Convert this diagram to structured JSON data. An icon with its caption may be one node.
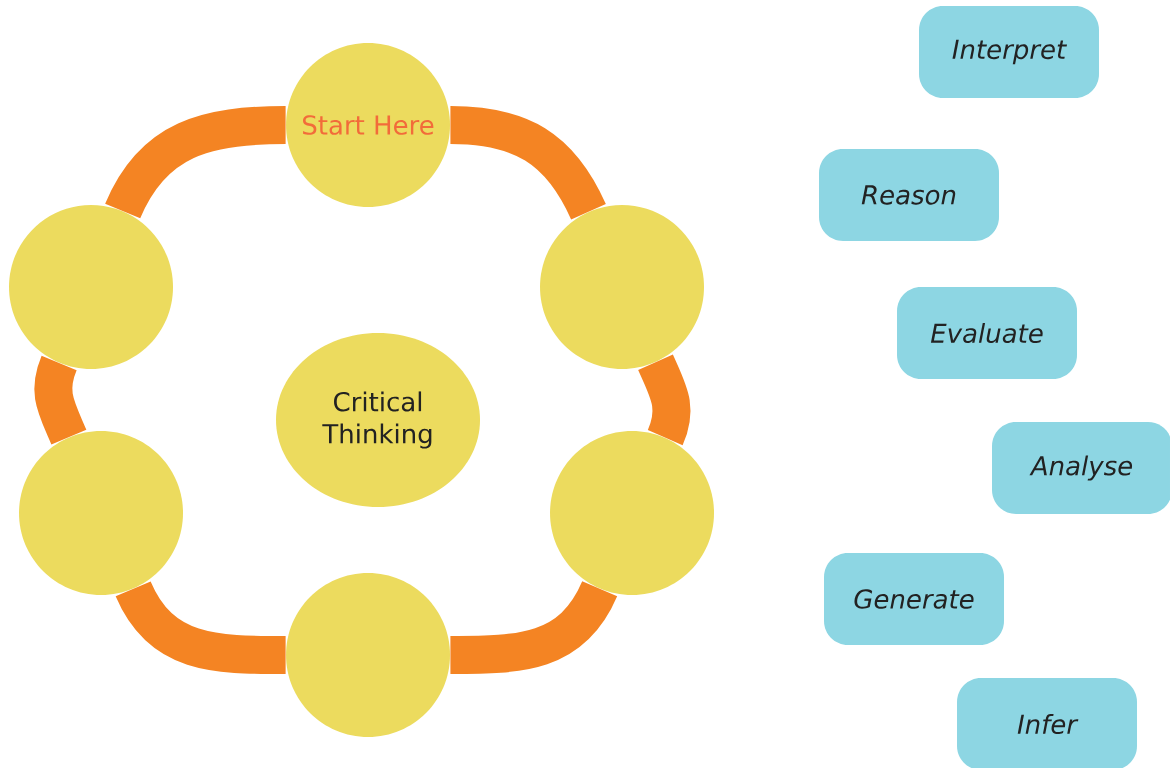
{
  "diagram": {
    "nodes": [
      {
        "text": [
          "Start Here"
        ]
      },
      {
        "text": [],
        "shape": "circle"
      },
      {
        "text": [],
        "shape": "circle"
      },
      {
        "text": [
          "Critical Thinking"
        ]
      },
      {
        "text": [],
        "shape": "circle"
      },
      {
        "text": [],
        "shape": "circle"
      },
      {
        "text": [],
        "shape": "circle"
      },
      {
        "text": [
          "Interpret"
        ]
      },
      {
        "text": [
          "Reason"
        ]
      },
      {
        "text": [
          "Evaluate"
        ]
      },
      {
        "text": [
          "Analyse"
        ]
      },
      {
        "text": [
          "Generate"
        ]
      },
      {
        "text": [
          "Infer"
        ]
      }
    ],
    "edges": [
      {
        "from": 0,
        "to": 2,
        "arrow": "none"
      },
      {
        "from": 2,
        "to": 5,
        "arrow": "none"
      },
      {
        "from": 5,
        "to": 6,
        "arrow": "none"
      },
      {
        "from": 6,
        "to": 4,
        "arrow": "none"
      },
      {
        "from": 4,
        "to": 1,
        "arrow": "none"
      },
      {
        "from": 1,
        "to": 0,
        "arrow": "none"
      }
    ]
  }
}
